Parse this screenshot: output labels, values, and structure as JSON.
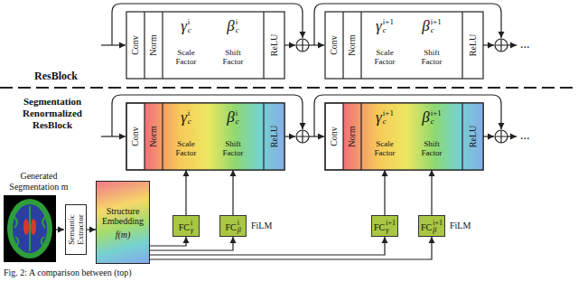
{
  "diagram": {
    "caption": "Fig. 2: A comparison between (top)",
    "nodes": [
      {
        "text": [
          "Conv"
        ]
      },
      {
        "text": [
          "Norm"
        ]
      },
      {
        "text": [
          "γ",
          "c",
          "i",
          "Scale Factor"
        ]
      },
      {
        "text": [
          "β",
          "c",
          "i",
          "Shift Factor"
        ]
      },
      {
        "text": [
          "ReLU"
        ]
      },
      {
        "text": [
          "Conv"
        ]
      },
      {
        "text": [
          "Norm"
        ]
      },
      {
        "text": [
          "γ",
          "c",
          "i+1",
          "Scale Factor"
        ]
      },
      {
        "text": [
          "β",
          "c",
          "i+1",
          "Shift Factor"
        ]
      },
      {
        "text": [
          "ReLU"
        ]
      },
      {
        "text": [
          "Conv"
        ]
      },
      {
        "text": [
          "Norm"
        ]
      },
      {
        "text": [
          "γ",
          "c",
          "i",
          "Scale Factor"
        ]
      },
      {
        "text": [
          "β",
          "c",
          "i",
          "Shift Factor"
        ]
      },
      {
        "text": [
          "ReLU"
        ]
      },
      {
        "text": [
          "Conv"
        ]
      },
      {
        "text": [
          "Norm"
        ]
      },
      {
        "text": [
          "γ",
          "c",
          "i+1",
          "Scale Factor"
        ]
      },
      {
        "text": [
          "β",
          "c",
          "i+1",
          "Shift Factor"
        ]
      },
      {
        "text": [
          "ReLU"
        ]
      },
      {
        "text": [
          "Semantic Extractor"
        ]
      },
      {
        "text": [
          "Structure Embedding",
          "f(m)"
        ]
      },
      {
        "text": [
          "FC",
          "γ",
          "i"
        ]
      },
      {
        "text": [
          "FC",
          "β",
          "i"
        ]
      },
      {
        "text": [
          "FC",
          "γ",
          "i+1"
        ]
      },
      {
        "text": [
          "FC",
          "β",
          "i+1"
        ]
      }
    ],
    "edges": [
      {
        "from": 20,
        "to": 21,
        "arrow": "to"
      },
      {
        "from": 21,
        "to": 22,
        "arrow": "to"
      },
      {
        "from": 21,
        "to": 23,
        "arrow": "to"
      },
      {
        "from": 21,
        "to": 24,
        "arrow": "to"
      },
      {
        "from": 21,
        "to": 25,
        "arrow": "to"
      },
      {
        "from": 22,
        "to": 12,
        "arrow": "to"
      },
      {
        "from": 23,
        "to": 13,
        "arrow": "to"
      },
      {
        "from": 24,
        "to": 17,
        "arrow": "to"
      },
      {
        "from": 25,
        "to": 18,
        "arrow": "to"
      }
    ],
    "labels": [
      "ResBlock",
      "Segmentation Renormalized ResBlock",
      "Generated Segmentation m",
      "FiLM",
      "FiLM",
      "...",
      "..."
    ]
  }
}
